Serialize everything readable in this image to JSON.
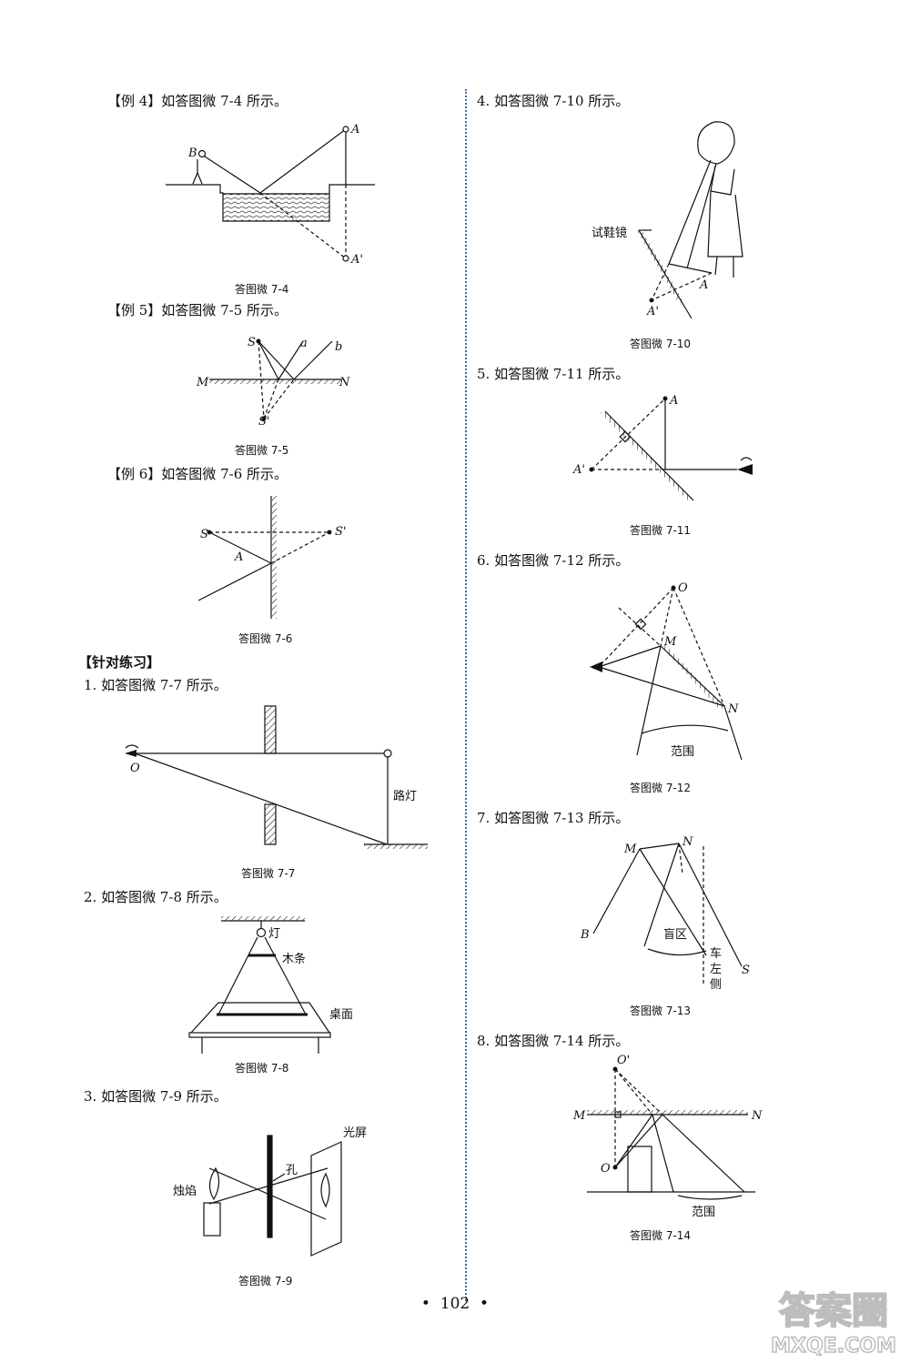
{
  "page_number": "102",
  "left": {
    "ex4": "【例 4】如答图微 7-4 所示。",
    "ex5": "【例 5】如答图微 7-5 所示。",
    "ex6": "【例 6】如答图微 7-6 所示。",
    "section": "【针对练习】",
    "q1": "1. 如答图微 7-7 所示。",
    "q2": "2. 如答图微 7-8 所示。",
    "q3": "3. 如答图微 7-9 所示。"
  },
  "right": {
    "q4": "4. 如答图微 7-10 所示。",
    "q5": "5. 如答图微 7-11 所示。",
    "q6": "6. 如答图微 7-12 所示。",
    "q7": "7. 如答图微 7-13 所示。",
    "q8": "8. 如答图微 7-14 所示。"
  },
  "captions": {
    "f74": "答图微 7-4",
    "f75": "答图微 7-5",
    "f76": "答图微 7-6",
    "f77": "答图微 7-7",
    "f78": "答图微 7-8",
    "f79": "答图微 7-9",
    "f710": "答图微 7-10",
    "f711": "答图微 7-11",
    "f712": "答图微 7-12",
    "f713": "答图微 7-13",
    "f714": "答图微 7-14"
  },
  "labels": {
    "f74": {
      "B": "B",
      "A": "A",
      "A_prime": "A'"
    },
    "f75": {
      "S": "S",
      "a": "a",
      "b": "b",
      "M": "M",
      "N": "N",
      "S_prime": "S'"
    },
    "f76": {
      "S": "S",
      "S_prime": "S'",
      "A": "A"
    },
    "f77": {
      "O": "O",
      "street_lamp": "路灯"
    },
    "f78": {
      "lamp": "灯",
      "wood": "木条",
      "desk": "桌面"
    },
    "f79": {
      "screen": "光屏",
      "hole": "孔",
      "flame": "烛焰"
    },
    "f710": {
      "mirror": "试鞋镜",
      "A": "A",
      "A_prime": "A'"
    },
    "f711": {
      "A": "A",
      "A_prime": "A'"
    },
    "f712": {
      "O": "O",
      "M": "M",
      "N": "N",
      "range": "范围"
    },
    "f713": {
      "M": "M",
      "N": "N",
      "B": "B",
      "S": "S",
      "blind": "盲区",
      "car_left_1": "车",
      "car_left_2": "左",
      "car_left_3": "侧"
    },
    "f714": {
      "O_prime": "O'",
      "M": "M",
      "N": "N",
      "O": "O",
      "range": "范围"
    }
  },
  "watermark": {
    "line1": "答案圈",
    "line2": "MXQE.COM"
  }
}
